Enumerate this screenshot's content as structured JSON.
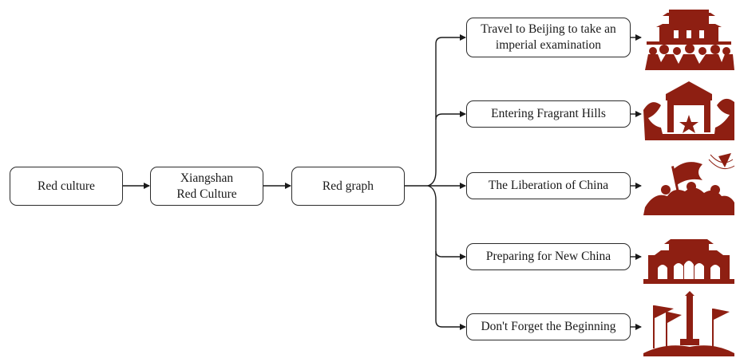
{
  "diagram": {
    "nodes": {
      "red_culture": "Red culture",
      "xiangshan_line1": "Xiangshan",
      "xiangshan_line2": "Red Culture",
      "red_graph": "Red graph"
    },
    "branches": [
      {
        "line1": "Travel to Beijing to take an",
        "line2": "imperial examination",
        "art": "tiananmen-crowd-papercut-icon"
      },
      {
        "line1": "Entering Fragrant Hills",
        "art": "fragrant-hills-gate-papercut-icon"
      },
      {
        "line1": "The Liberation of China",
        "art": "liberation-flag-battle-papercut-icon"
      },
      {
        "line1": "Preparing for New China",
        "art": "tiananmen-gate-papercut-icon"
      },
      {
        "line1": "Don't Forget the Beginning",
        "art": "monument-flags-papercut-icon"
      }
    ],
    "edges": [
      [
        "Red culture",
        "Xiangshan Red Culture"
      ],
      [
        "Xiangshan Red Culture",
        "Red graph"
      ],
      [
        "Red graph",
        "Travel to Beijing to take an imperial examination"
      ],
      [
        "Red graph",
        "Entering Fragrant Hills"
      ],
      [
        "Red graph",
        "The Liberation of China"
      ],
      [
        "Red graph",
        "Preparing for New China"
      ],
      [
        "Red graph",
        "Don't Forget the Beginning"
      ]
    ]
  },
  "colors": {
    "line": "#1a1a1a",
    "papercut_red": "#8e1f12"
  }
}
